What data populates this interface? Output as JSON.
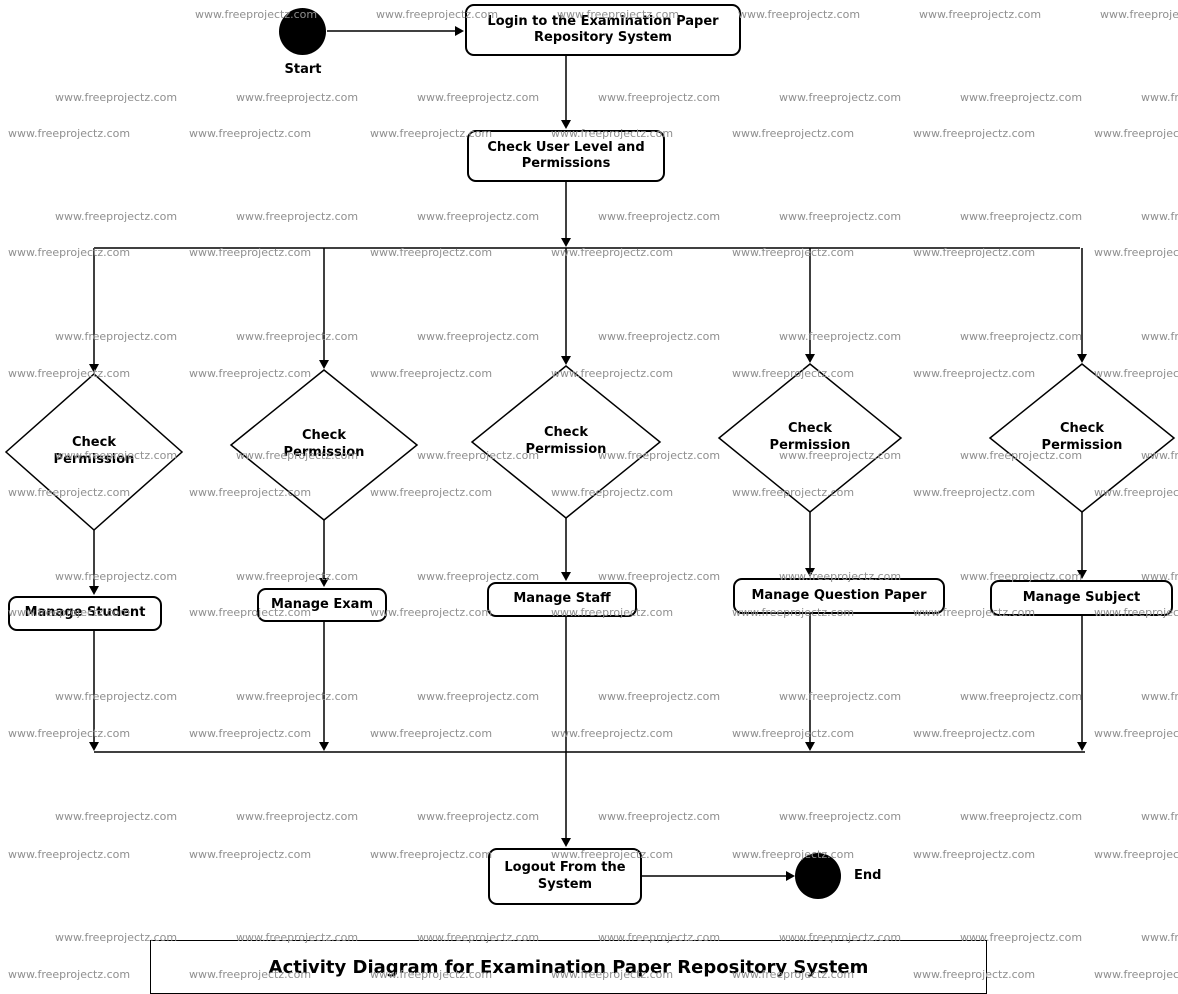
{
  "title": "Activity Diagram for Examination Paper Repository System",
  "watermark": {
    "text": "www.freeprojectz.com"
  },
  "nodes": {
    "start_label": "Start",
    "end_label": "End",
    "login": "Login to the Examination Paper Repository System",
    "check_user": "Check User Level and Permissions",
    "decisions": [
      "Check Permission",
      "Check Permission",
      "Check Permission",
      "Check Permission",
      "Check Permission"
    ],
    "actions": [
      "Manage Student",
      "Manage Exam",
      "Manage Staff",
      "Manage Question Paper",
      "Manage Subject"
    ],
    "logout": "Logout From the System"
  }
}
